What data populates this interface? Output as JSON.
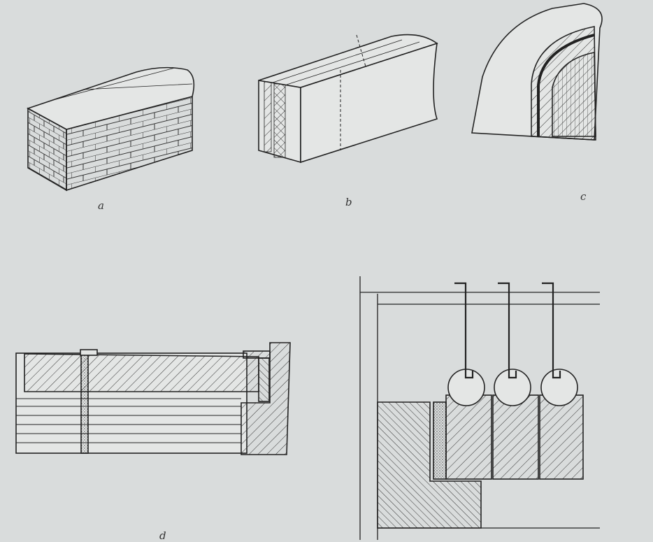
{
  "figure": {
    "labels": {
      "a": "a",
      "b": "b",
      "c": "c",
      "d": "d"
    },
    "colors": {
      "paper": "#d9dcdc",
      "ink": "#2a2a2a"
    }
  }
}
